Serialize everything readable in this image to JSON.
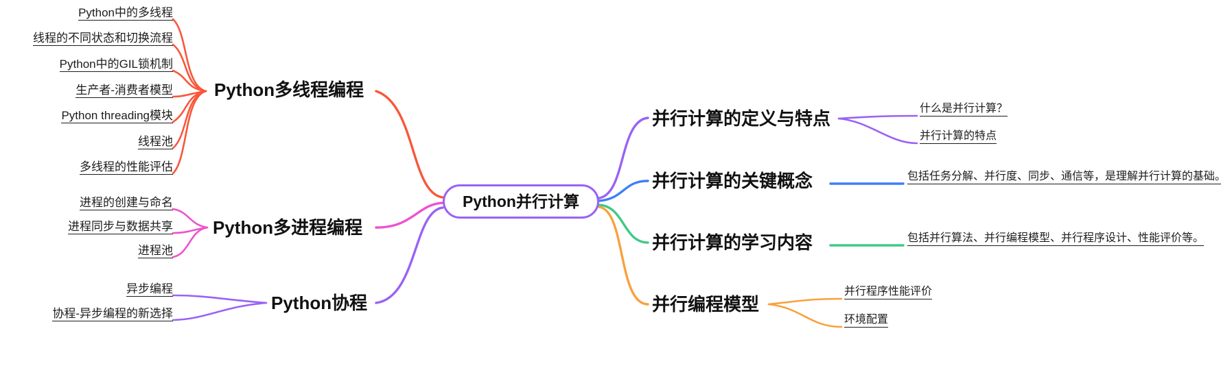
{
  "central": {
    "label": "Python并行计算"
  },
  "left_branches": [
    {
      "label": "Python多线程编程",
      "color": "#f8573b",
      "children": [
        "Python中的多线程",
        "线程的不同状态和切换流程",
        "Python中的GIL锁机制",
        "生产者-消费者模型",
        "Python threading模块",
        "线程池",
        "多线程的性能评估"
      ]
    },
    {
      "label": "Python多进程编程",
      "color": "#ee52ce",
      "children": [
        "进程的创建与命名",
        "进程同步与数据共享",
        "进程池"
      ]
    },
    {
      "label": "Python协程",
      "color": "#9a62f5",
      "children": [
        "异步编程",
        "协程-异步编程的新选择"
      ]
    }
  ],
  "right_branches": [
    {
      "label": "并行计算的定义与特点",
      "color": "#9a62f5",
      "children": [
        "什么是并行计算？",
        "并行计算的特点"
      ]
    },
    {
      "label": "并行计算的关键概念",
      "color": "#3e7efb",
      "children": [
        "包括任务分解、并行度、同步、通信等，是理解并行计算的基础。"
      ]
    },
    {
      "label": "并行计算的学习内容",
      "color": "#3fca86",
      "children": [
        "包括并行算法、并行编程模型、并行程序设计、性能评价等。"
      ]
    },
    {
      "label": "并行编程模型",
      "color": "#f8a13e",
      "children": [
        "并行程序性能评价",
        "环境配置"
      ]
    }
  ],
  "colors": {
    "central_border": "#9a62f5",
    "multithreading": "#f8573b",
    "multiprocessing": "#ee52ce",
    "coroutine": "#9a62f5",
    "definition": "#9a62f5",
    "key_concepts": "#3e7efb",
    "learning_content": "#3fca86",
    "programming_models": "#f8a13e"
  }
}
